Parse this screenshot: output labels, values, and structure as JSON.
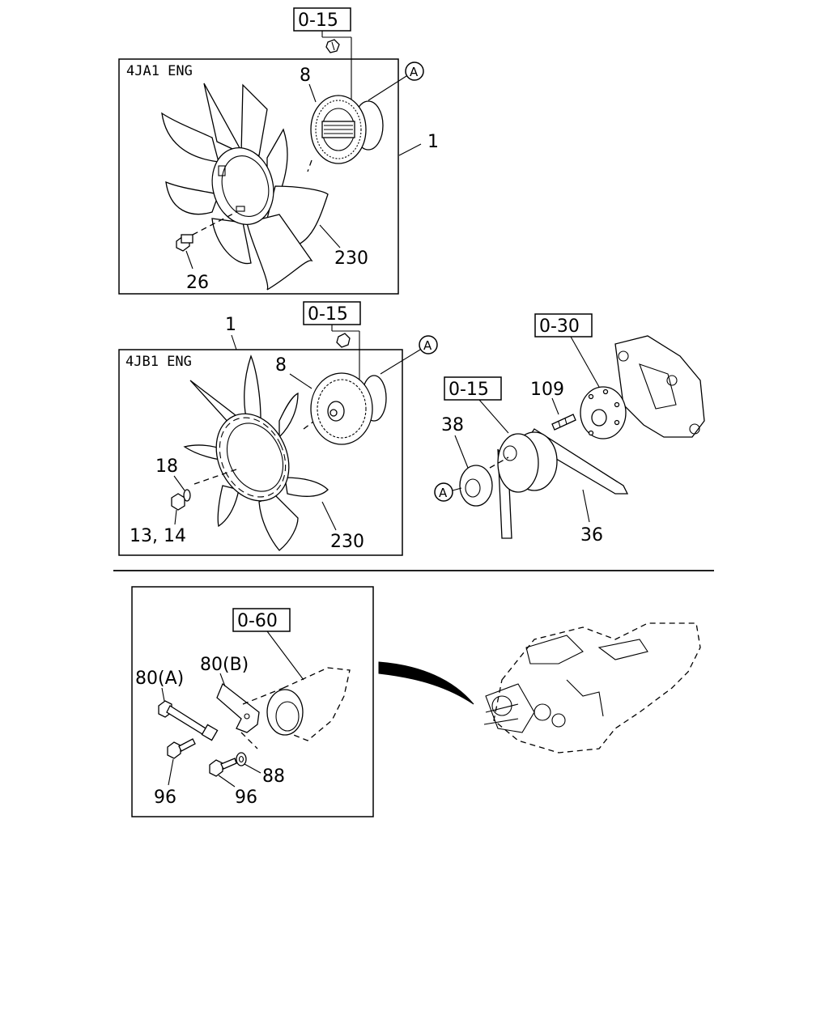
{
  "panel_top": {
    "engine_label": "4JA1 ENG",
    "ref_box": "0-15",
    "circle_letter": "A",
    "callouts": {
      "clutch": "8",
      "assembly": "1",
      "fan": "230",
      "bolt": "26"
    }
  },
  "panel_middle": {
    "engine_label": "4JB1 ENG",
    "ref_box": "0-15",
    "circle_letter": "A",
    "callouts": {
      "assembly": "1",
      "clutch": "8",
      "washer": "18",
      "nut": "13, 14",
      "fan": "230"
    }
  },
  "pulley_group": {
    "ref_box_pulley": "0-15",
    "ref_box_pump": "0-30",
    "circle_letter": "A",
    "callouts": {
      "stud": "109",
      "spacer": "38",
      "belt": "36"
    }
  },
  "panel_bottom": {
    "ref_box": "0-60",
    "callouts": {
      "bolt_a": "80(A)",
      "bracket_b": "80(B)",
      "bolt_left": "96",
      "bolt_right": "96",
      "washer": "88"
    }
  }
}
